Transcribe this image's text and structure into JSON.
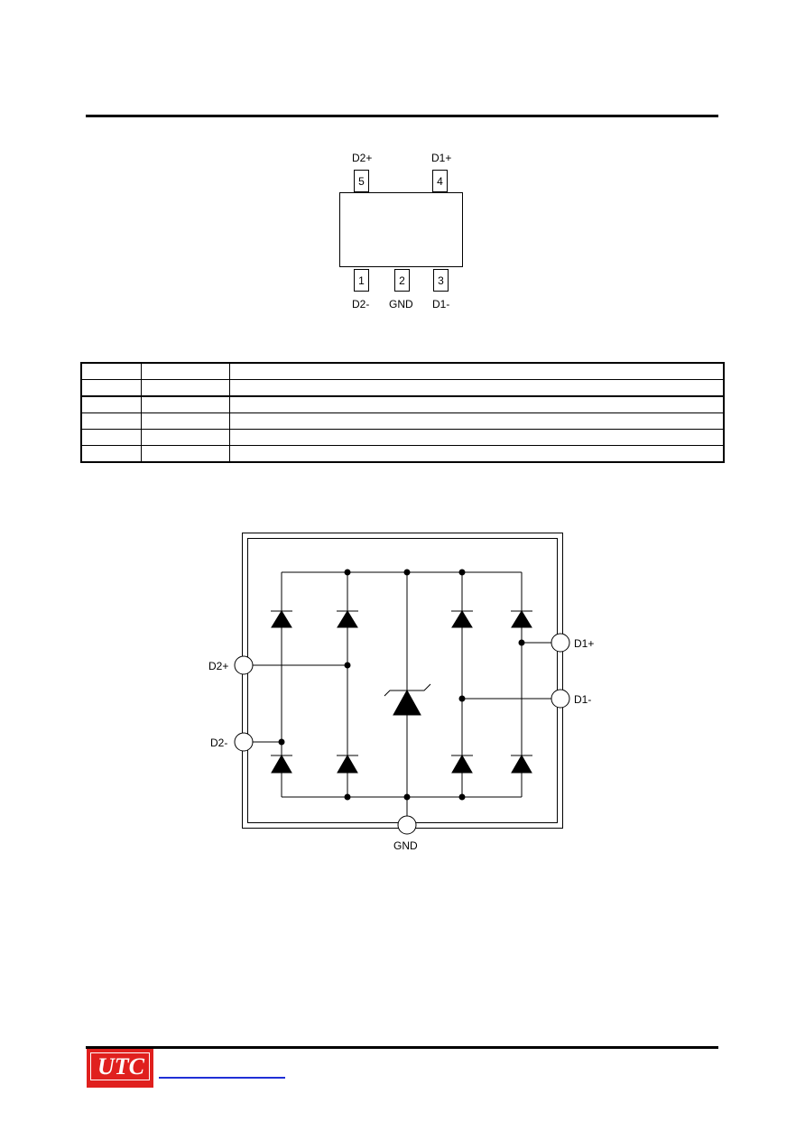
{
  "package": {
    "pins_top": [
      {
        "number": "5",
        "label": "D2+"
      },
      {
        "number": "4",
        "label": "D1+"
      }
    ],
    "pins_bottom": [
      {
        "number": "1",
        "label": "D2-"
      },
      {
        "number": "2",
        "label": "GND"
      },
      {
        "number": "3",
        "label": "D1-"
      }
    ]
  },
  "pin_table": {
    "rows": 6
  },
  "schematic": {
    "terminals": {
      "d2_plus": "D2+",
      "d2_minus": "D2-",
      "d1_plus": "D1+",
      "d1_minus": "D1-",
      "gnd": "GND"
    }
  },
  "footer": {
    "logo_text": "UTC",
    "colors": {
      "logo_red": "#e0201e",
      "link_blue": "#1f2fd6"
    }
  }
}
